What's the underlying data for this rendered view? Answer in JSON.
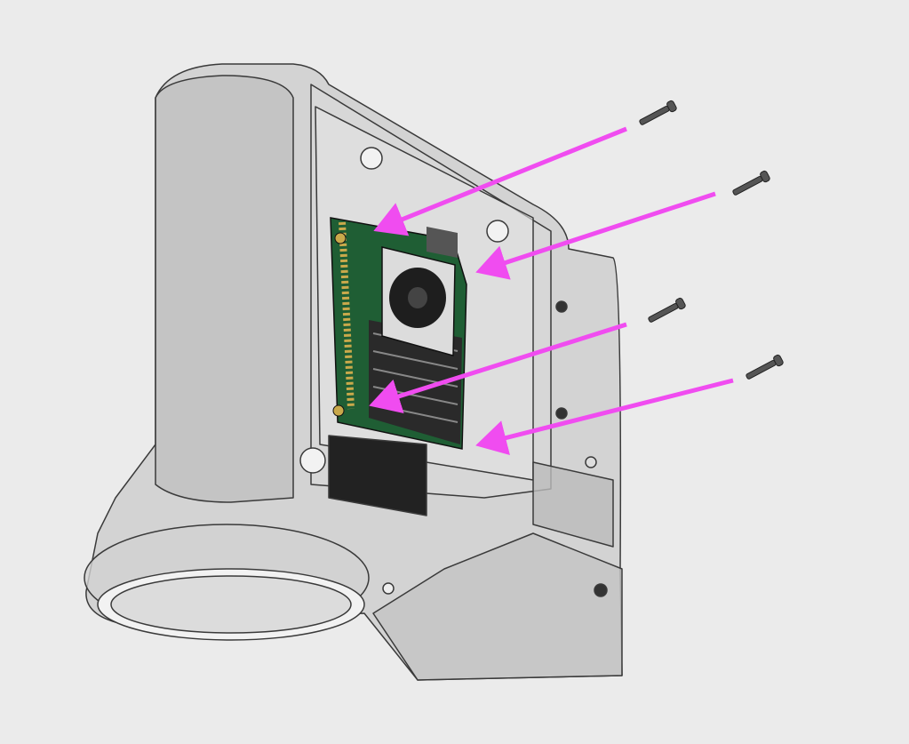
{
  "colors": {
    "background": "#ebebeb",
    "housing_fill": "#c8c8c8",
    "housing_stroke": "#3a3a3a",
    "pcb": "#1f5e34",
    "heatsink": "#2a2a2a",
    "arrow": "#f04cf0",
    "screw": "#555555"
  },
  "arrows": [
    {
      "id": "screw-1"
    },
    {
      "id": "screw-2"
    },
    {
      "id": "screw-3"
    },
    {
      "id": "screw-4"
    }
  ]
}
